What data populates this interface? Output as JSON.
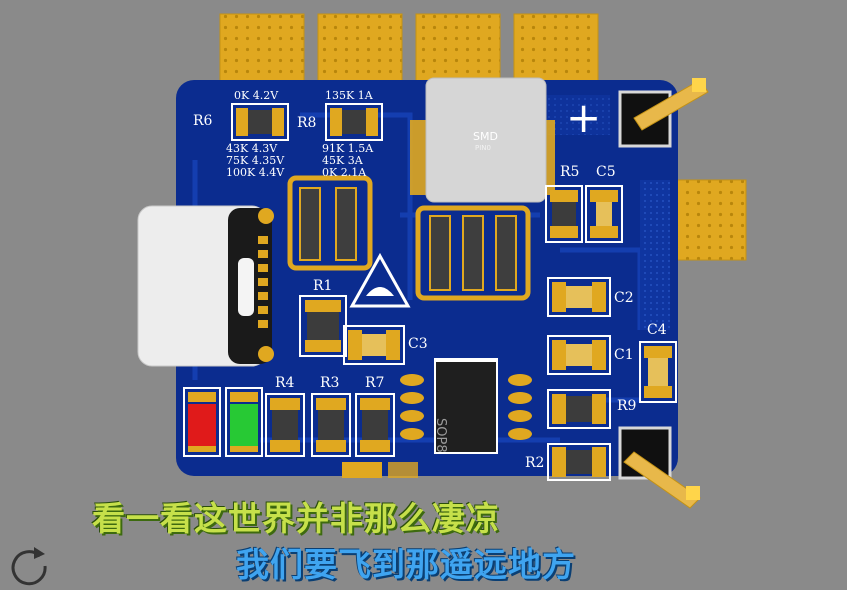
{
  "board": {
    "refdes": {
      "r6": "R6",
      "r8": "R8",
      "r5": "R5",
      "c5": "C5",
      "r1": "R1",
      "c2": "C2",
      "c3": "C3",
      "c1": "C1",
      "c4": "C4",
      "r4": "R4",
      "r3": "R3",
      "r7": "R7",
      "r9": "R9",
      "r2": "R2"
    },
    "r6_table": {
      "top_row": "0K  4.2V",
      "rows": [
        "43K  4.3V",
        "75K  4.35V",
        "100K  4.4V"
      ]
    },
    "r8_table": {
      "top_row": "135K  1A",
      "rows": [
        "91K  1.5A",
        "45K  3A",
        "0K  2.1A"
      ]
    },
    "inductor": {
      "label": "SMD",
      "sublabel": "PIN0"
    },
    "ic": {
      "label": "SOP8"
    },
    "plus_marking": "+",
    "led_colors": {
      "red": "#e01a1a",
      "green": "#27c934"
    }
  },
  "subtitles": {
    "line1": "看一看这世界并非那么凄凉",
    "line2": "我们要飞到那遥远地方"
  },
  "controls": {
    "refresh_icon": "refresh-icon"
  },
  "colors": {
    "background": "#8a8a8a",
    "pcb": "#0b2c8f",
    "copper": "#e0a820"
  }
}
